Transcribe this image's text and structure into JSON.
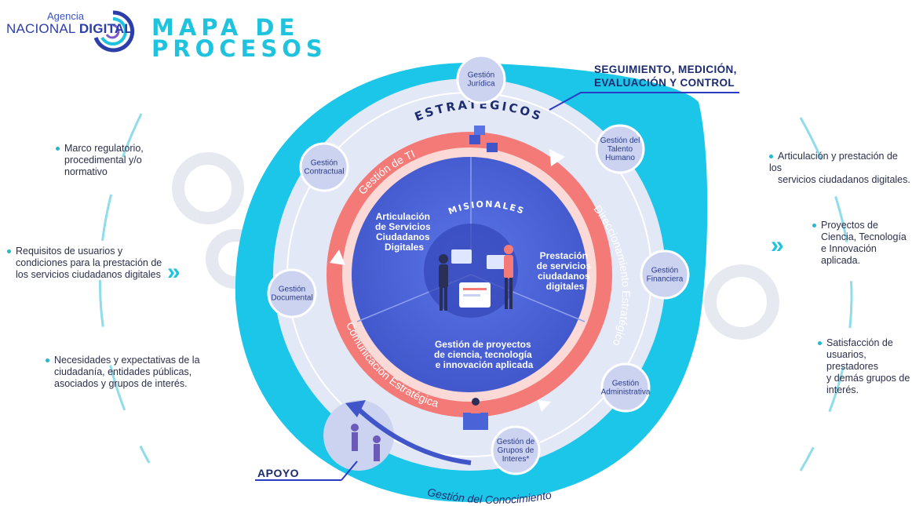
{
  "logo": {
    "agencia": "Agencia",
    "nacional": "NACIONAL",
    "digital": "DIGITAL"
  },
  "title": {
    "line1": "MAPA DE",
    "line2": "PROCESOS"
  },
  "seguimiento": {
    "line1": "SEGUIMIENTO, MEDICIÓN,",
    "line2": "EVALUACIÓN Y CONTROL"
  },
  "apoyo": "APOYO",
  "estrategicos": "ESTRATÉGICOS",
  "misionales": "MISIONALES",
  "conocimiento": "Gestión del Conocimiento",
  "ring_labels": {
    "ti": "Gestión de TI",
    "direccionamiento": "Direccionamiento Estratégico",
    "comunicacion": "Comunicación Estratégica"
  },
  "misional_items": {
    "articulacion": [
      "Articulación",
      "de Servicios",
      "Ciudadanos",
      "Digitales"
    ],
    "prestacion": [
      "Prestación",
      "de servicios",
      "ciudadanos",
      "digitales"
    ],
    "proyectos": [
      "Gestión de proyectos",
      "de ciencia, tecnología",
      "e innovación aplicada"
    ]
  },
  "nodes": [
    {
      "id": "juridica",
      "lines": [
        "Gestión",
        "Jurídica"
      ]
    },
    {
      "id": "talento",
      "lines": [
        "Gestión del",
        "Talento",
        "Humano"
      ]
    },
    {
      "id": "financiera",
      "lines": [
        "Gestión",
        "Financiera"
      ]
    },
    {
      "id": "administrativa",
      "lines": [
        "Gestión",
        "Administrativa"
      ]
    },
    {
      "id": "grupos",
      "lines": [
        "Gestión de",
        "Grupos de",
        "Interes*"
      ]
    },
    {
      "id": "documental",
      "lines": [
        "Gestión",
        "Documental"
      ]
    },
    {
      "id": "contractual",
      "lines": [
        "Gestión",
        "Contractual"
      ]
    }
  ],
  "inputs": [
    {
      "text": [
        "Marco regulatorio,",
        "procedimental y/o",
        "normativo"
      ]
    },
    {
      "text": [
        "Requisitos de usuarios y",
        "condiciones para la prestación de",
        "los servicios ciudadanos digitales"
      ]
    },
    {
      "text": [
        "Necesidades y expectativas de la",
        "ciudadanía, entidades públicas,",
        "asociados y grupos de interés."
      ]
    }
  ],
  "outputs": [
    {
      "text": [
        "Articulación y prestación de los",
        "servicios ciudadanos digitales."
      ]
    },
    {
      "text": [
        "Proyectos de",
        "Ciencia, Tecnología",
        "e Innovación",
        "aplicada."
      ]
    },
    {
      "text": [
        "Satisfacción de",
        "usuarios, prestadores",
        "y demás grupos de",
        "interés."
      ]
    }
  ],
  "chevrons": "»",
  "colors": {
    "cyan": "#1cc6e8",
    "ring_light": "#e3e8f6",
    "salmon": "#f47a78",
    "core": "#4a63d6",
    "node": "#cbd3f1",
    "dark_blue": "#1b2b6e"
  },
  "icons": [
    "logo-swirl-icon",
    "chevron-double-icon"
  ]
}
